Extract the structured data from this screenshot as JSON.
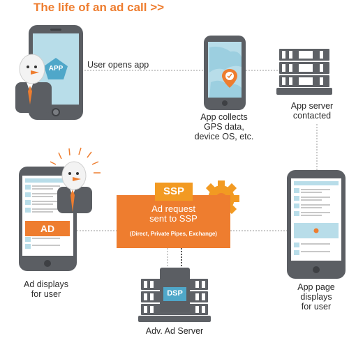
{
  "title": "The life of an ad call >>",
  "steps": {
    "user_opens_app": "User opens app",
    "app_collects": [
      "App collects",
      "GPS data,",
      "device OS, etc."
    ],
    "app_server": [
      "App server",
      "contacted"
    ],
    "ad_displays": [
      "Ad displays",
      "for user"
    ],
    "app_page_displays": [
      "App page",
      "displays",
      "for user"
    ],
    "adv_ad_server": "Adv. Ad Server"
  },
  "ssp": {
    "tag": "SSP",
    "line1": "Ad request",
    "line2": "sent to SSP",
    "sub": "(Direct, Private Pipes, Exchange)"
  },
  "chips": {
    "app": "APP",
    "ad": "AD",
    "dsp": "DSP"
  },
  "colors": {
    "accent": "#ee7d2f",
    "ssp_tag": "#f29a22",
    "phone": "#5b5e63",
    "screen_blue": "#b8dde9",
    "server": "#5e6166"
  }
}
